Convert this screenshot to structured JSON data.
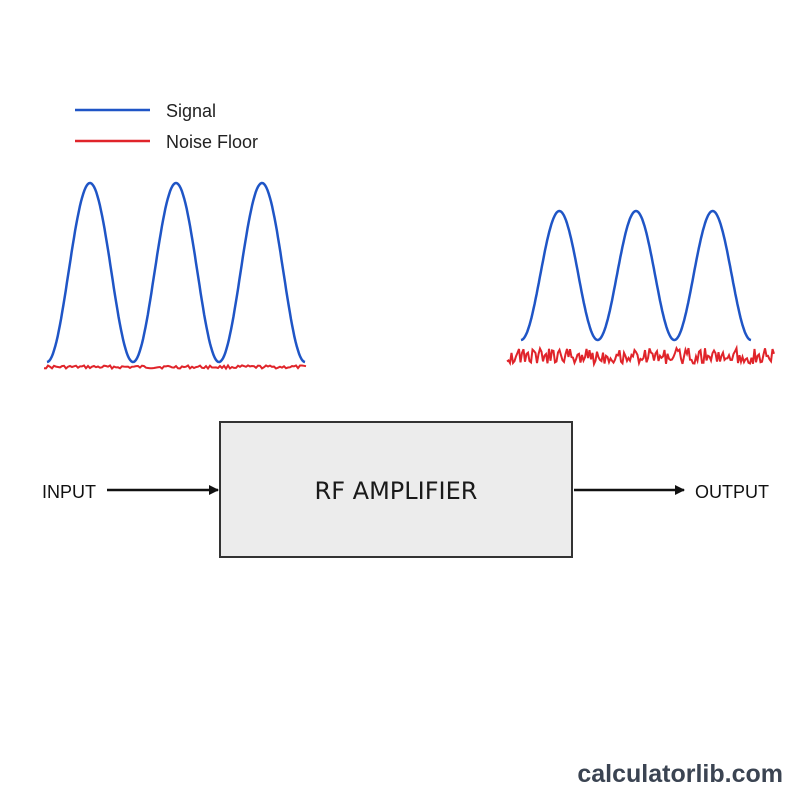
{
  "legend": {
    "signal_label": "Signal",
    "noise_label": "Noise Floor"
  },
  "block": {
    "label": "RF AMPLIFIER"
  },
  "io": {
    "input_label": "INPUT",
    "output_label": "OUTPUT"
  },
  "watermark": {
    "text": "calculatorlib.com"
  },
  "colors": {
    "signal": "#1f55c6",
    "noise": "#e0242a",
    "block_fill": "#ececec",
    "block_stroke": "#333333",
    "arrow": "#111111"
  },
  "waveforms": {
    "input": {
      "signal_peaks": 3,
      "noise_level": "low"
    },
    "output": {
      "signal_peaks": 3,
      "noise_level": "high"
    }
  }
}
